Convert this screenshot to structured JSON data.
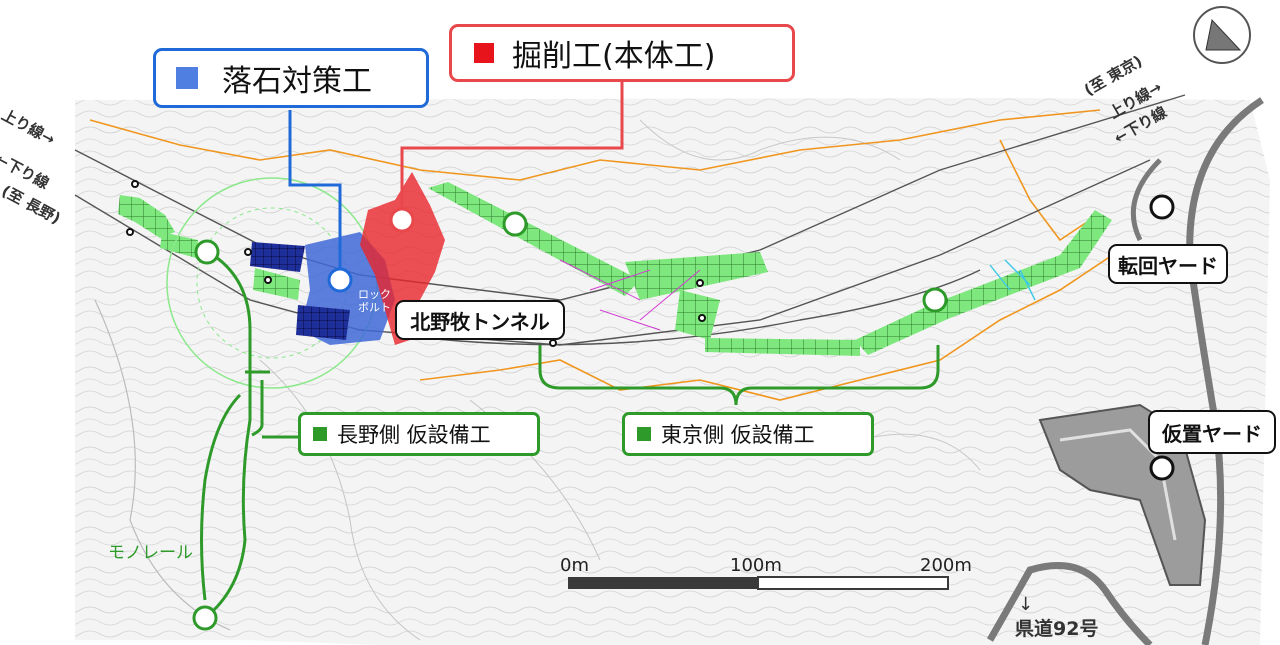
{
  "legend": {
    "rockfall": {
      "label": "落石対策工",
      "color": "#4f7fe0"
    },
    "excavation": {
      "label": "掘削工(本体工)",
      "color": "#e8141c"
    }
  },
  "labels": {
    "tunnel": "北野牧トンネル",
    "nagano_side": "長野側 仮設備工",
    "tokyo_side": "東京側 仮設備工",
    "turnaround_yard": "転回ヤード",
    "storage_yard": "仮置ヤード",
    "monorail": "モノレール",
    "rock_bolt": "ロック ボルト",
    "prefectural_road": "県道92号",
    "road_arrow": "↓"
  },
  "direction_left": {
    "up_line": "上り線→",
    "down_line": "←下り線",
    "destination": "(至 長野)"
  },
  "direction_right": {
    "destination": "(至 東京)",
    "up_line": "上り線→",
    "down_line": "←下り線"
  },
  "scale_bar": {
    "ticks": [
      "0m",
      "100m",
      "200m"
    ]
  },
  "colors": {
    "temporary_works": "#2e9a2a",
    "work_fill": "#6ee86e",
    "terrain": "#d9d9d9",
    "route_line": "#f0961e"
  },
  "icons": {
    "north_arrow": "north-arrow-icon"
  }
}
